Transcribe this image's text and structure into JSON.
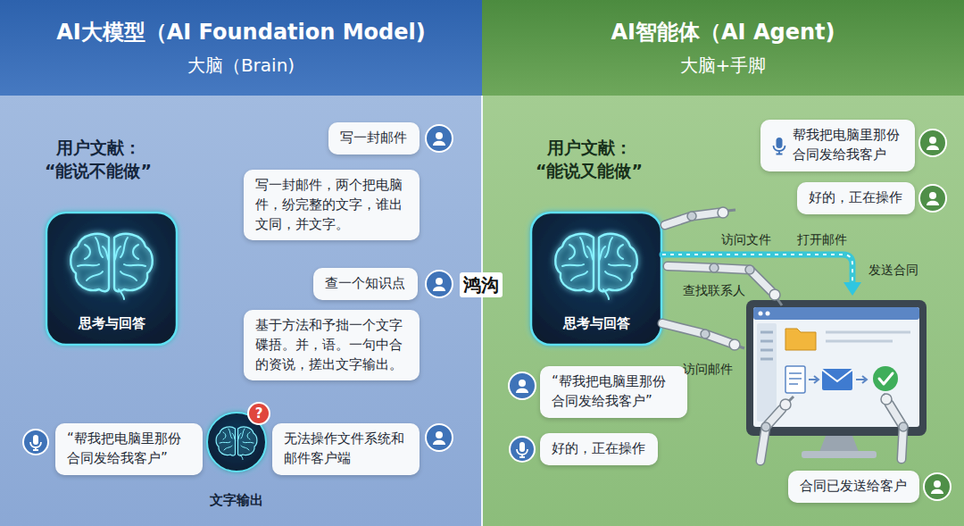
{
  "diagram": {
    "nodes": [
      {
        "text": [
          "AI大模型（AI Foundation Model)",
          "大脑（Brain)"
        ]
      },
      {
        "text": [
          "用户文献：",
          "“能说不能做”"
        ]
      },
      {
        "text": [
          "思考与回答"
        ],
        "in": 1
      },
      {
        "text": [
          "写一封邮件"
        ],
        "in": 1
      },
      {
        "text": [
          "写一封邮件，两个把电脑 件，纷完整的文字，谁出 文同，并文字。"
        ],
        "in": 1
      },
      {
        "text": [
          "查一个知识点"
        ],
        "in": 1
      },
      {
        "text": [
          "基于方法和予拙一个文字 碟捂。并，语。一句中合 的资说，搓出文字输出。"
        ],
        "in": 1
      },
      {
        "text": [
          "“帮我把电脑里那份 合同发给我客户”"
        ],
        "in": 1
      },
      {
        "text": [
          "文字输出"
        ],
        "in": 1
      },
      {
        "text": [
          "?"
        ],
        "in": 8
      },
      {
        "text": [
          "无法操作文件系统和 邮件客户端"
        ],
        "in": 1
      },
      {
        "text": [
          "AI智能体（AI Agent)",
          "大脑+手脚"
        ]
      },
      {
        "text": [
          "用户文献：",
          "“能说又能做”"
        ]
      },
      {
        "text": [
          "思考与回答"
        ],
        "in": 12
      },
      {
        "text": [
          "帮我把电脑里那份 合同发给我客户"
        ],
        "in": 12
      },
      {
        "text": [
          "好的，正在操作"
        ],
        "in": 12
      },
      {
        "text": [
          "“帮我把电脑里那份 合同发给我客户”"
        ],
        "in": 12
      },
      {
        "text": [
          "好的，正在操作"
        ],
        "in": 12
      },
      {
        "text": [
          "合同已发送给客户"
        ],
        "in": 12
      }
    ],
    "labels": [
      "鸿沟",
      "访问文件",
      "打开邮件",
      "发送合同",
      "查找联系人",
      "访问邮件"
    ]
  }
}
